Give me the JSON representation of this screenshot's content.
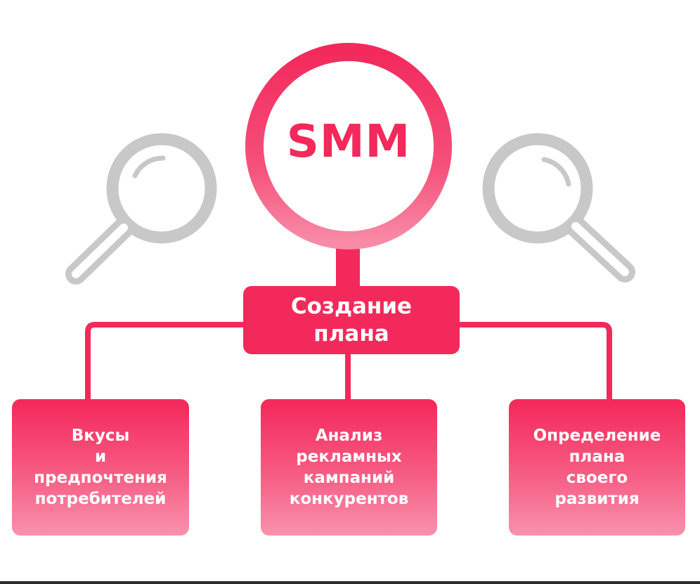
{
  "main_label": "SMM",
  "center_node": {
    "label": "Создание\nплана"
  },
  "branches": [
    {
      "label": "Вкусы\nи\nпредпочтения\nпотребителей"
    },
    {
      "label": "Анализ\nрекламных\nкампаний\nконкурентов"
    },
    {
      "label": "Определение\nплана\nсвоего\nразвития"
    }
  ],
  "colors": {
    "accent": "#f2295a",
    "accent_light": "#f991ad",
    "magnifier_gray": "#c8c8c8",
    "text_on_accent": "#ffffff"
  },
  "icons": [
    "magnifier-icon",
    "magnifier-icon",
    "magnifier-icon"
  ]
}
